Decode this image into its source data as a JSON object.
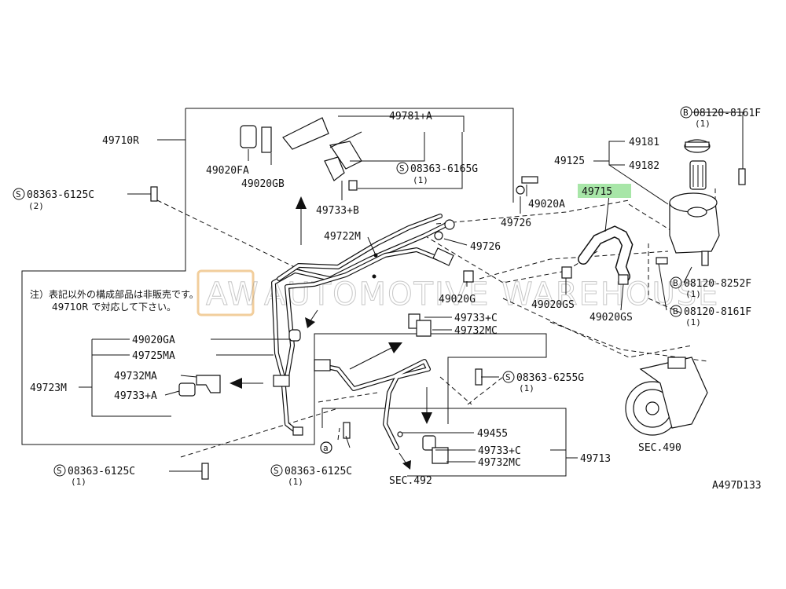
{
  "diagram_id": "A497D133",
  "highlight_color": "#a8e6a8",
  "watermark": {
    "short": "AW",
    "text": "AUTOMOTIVE WAREHOUSE",
    "color": "#e8a64a"
  },
  "note": {
    "line1": "注）表記以外の構成部品は非販売です。",
    "line2": "49710R で対応して下さい。"
  },
  "parts": {
    "p49710R": "49710R",
    "p49781A": "49781+A",
    "p49020FA": "49020FA",
    "p49020GB": "49020GB",
    "p08363_6165G": "08363-6165G",
    "p08363_6165G_qty": "(1)",
    "p49733B": "49733+B",
    "p08363_6125C_a": "08363-6125C",
    "p08363_6125C_a_qty": "(2)",
    "p49722M": "49722M",
    "p49020A": "49020A",
    "p49726_a": "49726",
    "p49726_b": "49726",
    "p49715": "49715",
    "p49125": "49125",
    "p49181": "49181",
    "p49182": "49182",
    "p08120_8161F_a": "08120-8161F",
    "p08120_8161F_a_qty": "(1)",
    "p08120_8252F": "08120-8252F",
    "p08120_8252F_qty": "(1)",
    "p08120_8161F_b": "08120-8161F",
    "p08120_8161F_b_qty": "(1)",
    "p49020G": "49020G",
    "p49020GS_a": "49020GS",
    "p49020GS_b": "49020GS",
    "p49020GA": "49020GA",
    "p49725MA": "49725MA",
    "p49723M": "49723M",
    "p49732MA": "49732MA",
    "p49733A": "49733+A",
    "p49733C_a": "49733+C",
    "p49732MC_a": "49732MC",
    "p08363_6255G": "08363-6255G",
    "p08363_6255G_qty": "(1)",
    "p49455": "49455",
    "p49733C_b": "49733+C",
    "p49732MC_b": "49732MC",
    "p49713": "49713",
    "p08363_6125C_b": "08363-6125C",
    "p08363_6125C_b_qty": "(1)",
    "p08363_6125C_c": "08363-6125C",
    "p08363_6125C_c_qty": "(1)",
    "sec490": "SEC.490",
    "sec492": "SEC.492",
    "circle_a": "a"
  },
  "prefix_S": "S",
  "prefix_B": "B"
}
